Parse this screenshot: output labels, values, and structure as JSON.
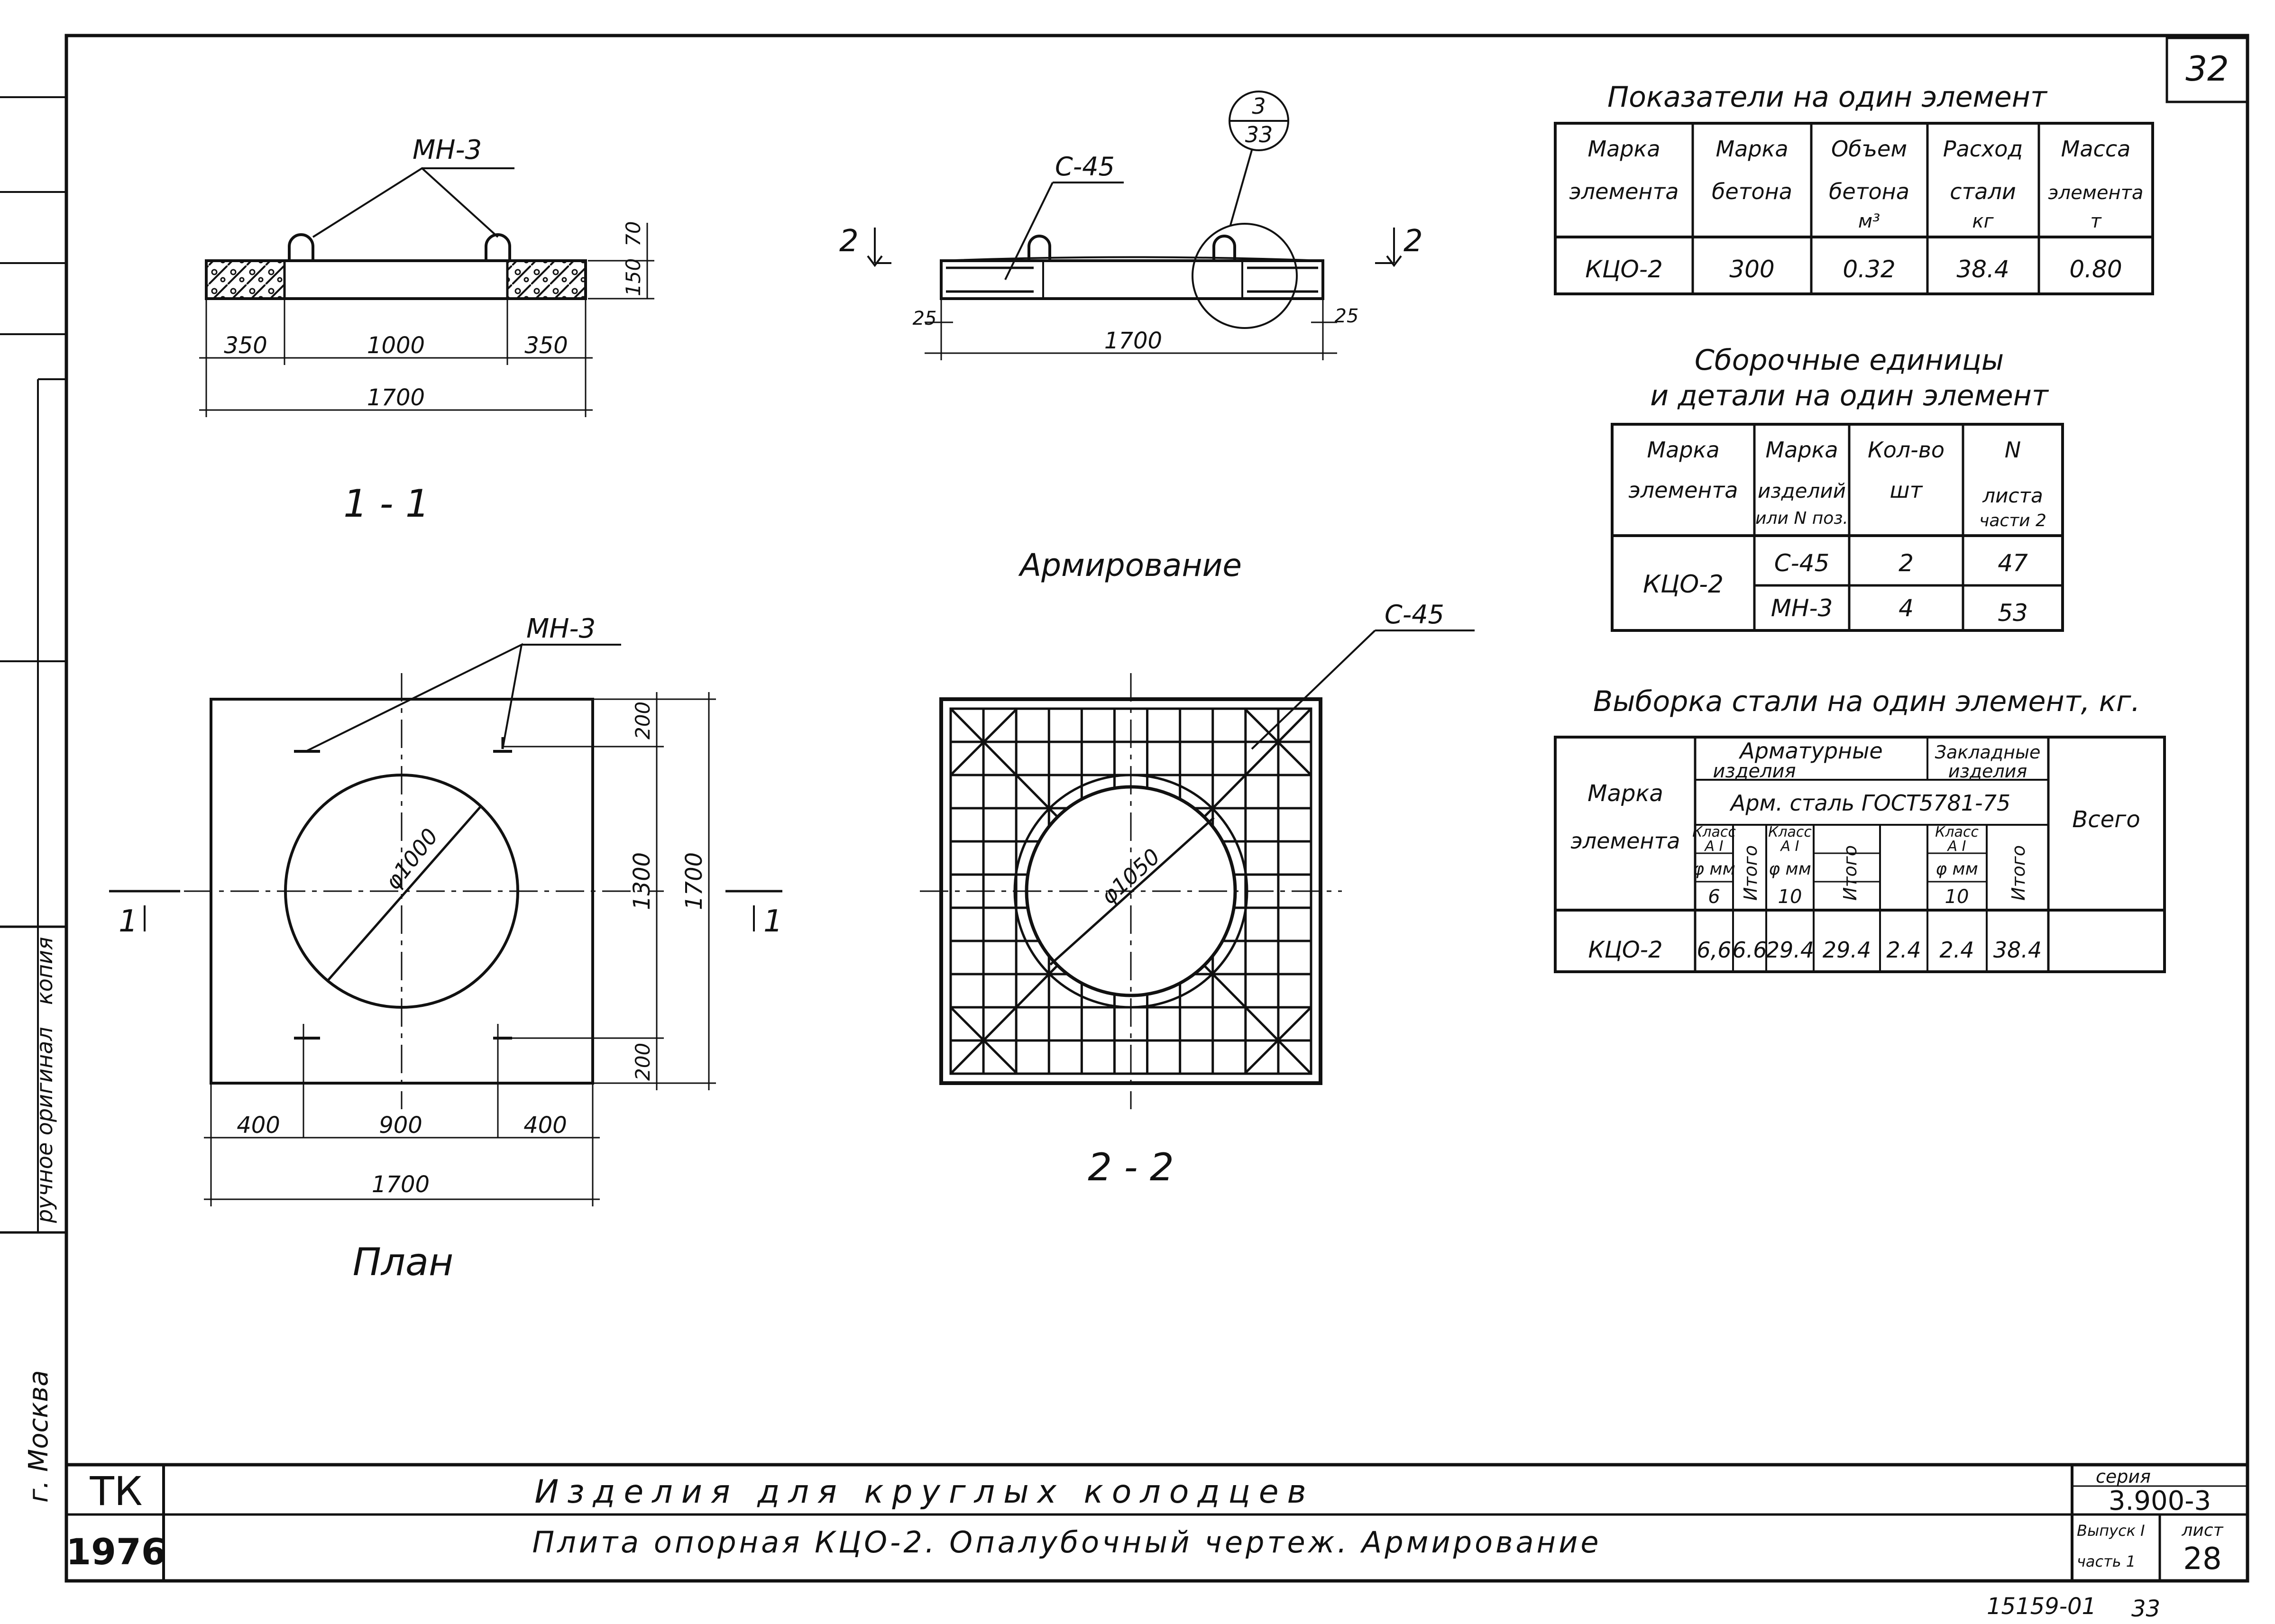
{
  "sheet_number_top": "32",
  "side_labels": {
    "s1": "г. Москва",
    "s2": "ручное оригинал",
    "s3": "копия"
  },
  "section_1_1": {
    "label": "1 - 1",
    "callout": "МН-3",
    "dims_top": [
      "70",
      "150"
    ],
    "dims_bottom": [
      "350",
      "1000",
      "350"
    ],
    "total": "1700"
  },
  "section_2_2_side": {
    "callout": "С-45",
    "node_num": "3",
    "node_sheet": "33",
    "cut": "2",
    "dims": [
      "25",
      "25"
    ],
    "total": "1700"
  },
  "reinforcement_title": "Армирование",
  "plan": {
    "label": "План",
    "callout": "МН-3",
    "diameter": "φ1000",
    "cut": "1",
    "dims_right": [
      "200",
      "1300",
      "200"
    ],
    "total_right": "1700",
    "dims_bottom": [
      "400",
      "900",
      "400"
    ],
    "total_bottom": "1700"
  },
  "section_2_2": {
    "label": "2 - 2",
    "callout": "С-45",
    "diameter": "φ1050"
  },
  "table1": {
    "title": "Показатели на один элемент",
    "headers": [
      [
        "Марка",
        "элемента"
      ],
      [
        "Марка",
        "бетона"
      ],
      [
        "Объем",
        "бетона",
        "м³"
      ],
      [
        "Расход",
        "стали",
        "кг"
      ],
      [
        "Масса",
        "элемента",
        "т"
      ]
    ],
    "row": [
      "КЦО-2",
      "300",
      "0.32",
      "38.4",
      "0.80"
    ]
  },
  "table2": {
    "title1": "Сборочные единицы",
    "title2": "и детали на один элемент",
    "headers": [
      [
        "Марка",
        "элемента"
      ],
      [
        "Марка",
        "изделий",
        "или N поз."
      ],
      [
        "Кол-во",
        "шт"
      ],
      [
        "N",
        "листа",
        "части 2"
      ]
    ],
    "element": "КЦО-2",
    "rows": [
      [
        "С-45",
        "2",
        "47"
      ],
      [
        "МН-3",
        "4",
        "53"
      ]
    ]
  },
  "table3": {
    "title": "Выборка стали на один элемент, кг.",
    "h_mark": [
      "Марка",
      "элемента"
    ],
    "h_arm": [
      "Арматурные",
      "изделия"
    ],
    "h_emb": [
      "Закладные",
      "изделия"
    ],
    "h_steel": "Арм. сталь ГОСТ5781-75",
    "h_total": "Всего",
    "h_class": [
      "Класс",
      "А I"
    ],
    "h_phi": "φ мм",
    "h_sum": "Итого",
    "phis": [
      "6",
      "10",
      "10"
    ],
    "row": [
      "КЦО-2",
      "6,6",
      "6.6",
      "29.4",
      "29.4",
      "2.4",
      "2.4",
      "38.4"
    ]
  },
  "stamp": {
    "org": "ТК",
    "year": "1976",
    "title1": "Изделия для круглых колодцев",
    "title2": "Плита опорная КЦО-2. Опалубочный чертеж. Армирование",
    "series_label": "серия",
    "series": "3.900-3",
    "issue_label": "Выпуск I",
    "part_label": "часть 1",
    "sheet_label": "лист",
    "sheet": "28"
  },
  "footer_code": "15159-01",
  "footer_page": "33"
}
